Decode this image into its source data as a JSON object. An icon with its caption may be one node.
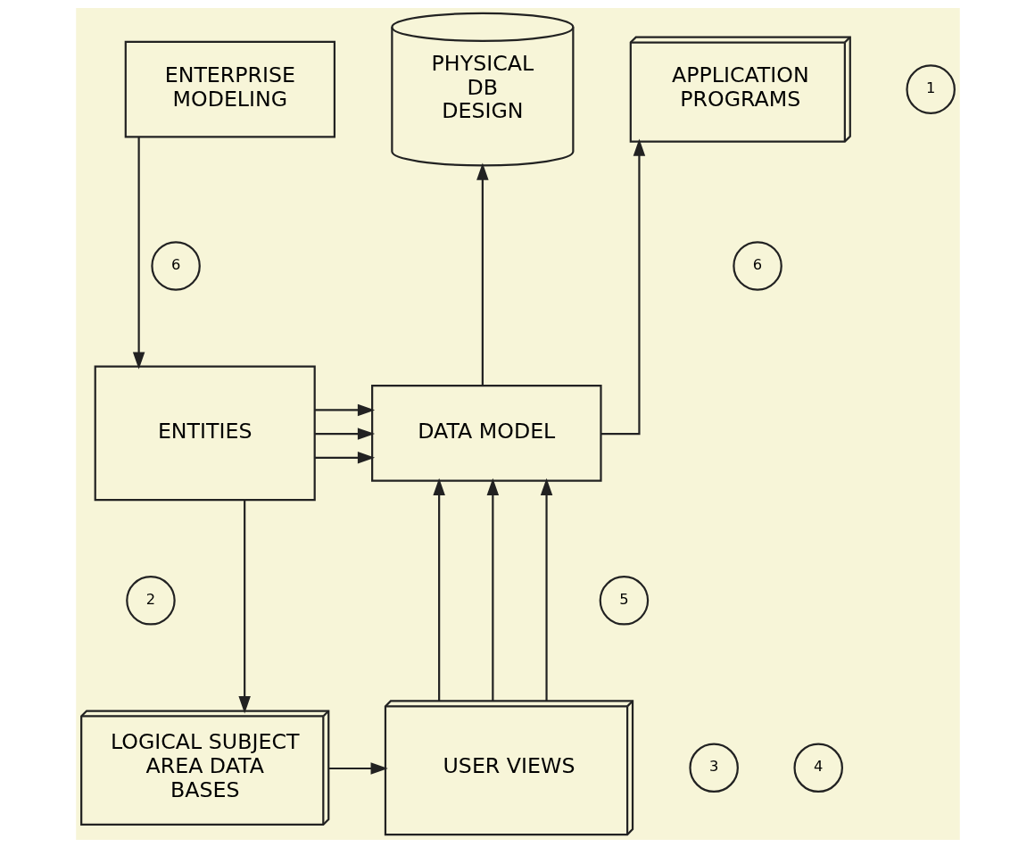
{
  "diagram": {
    "nodes": [
      {
        "text": [
          "ENTERPRISE MODELING"
        ]
      },
      {
        "text": [
          "1"
        ]
      },
      {
        "text": [
          "PHYSICAL DB DESIGN"
        ]
      },
      {
        "text": [
          "APPLICATION PROGRAMS"
        ]
      },
      {
        "text": [
          "6"
        ]
      },
      {
        "text": [
          "6"
        ]
      },
      {
        "text": [
          "ENTITIES"
        ]
      },
      {
        "text": [
          "DATA MODEL"
        ]
      },
      {
        "text": [
          "5"
        ]
      },
      {
        "text": [
          "2"
        ]
      },
      {
        "text": [
          "LOGICAL SUBJECT AREA DATA BASES"
        ]
      },
      {
        "text": [
          "USER VIEWS"
        ]
      },
      {
        "text": [
          "3"
        ]
      },
      {
        "text": [
          "4"
        ]
      }
    ],
    "edges": [
      {
        "from": 0,
        "to": 6,
        "arrow": "to"
      },
      {
        "from": 6,
        "to": 7,
        "arrow": "to"
      },
      {
        "from": 6,
        "to": 7,
        "arrow": "to"
      },
      {
        "from": 6,
        "to": 7,
        "arrow": "to"
      },
      {
        "from": 6,
        "to": 10,
        "arrow": "to"
      },
      {
        "from": 10,
        "to": 11,
        "arrow": "to"
      },
      {
        "from": 11,
        "to": 7,
        "arrow": "to"
      },
      {
        "from": 11,
        "to": 7,
        "arrow": "to"
      },
      {
        "from": 11,
        "to": 7,
        "arrow": "to"
      },
      {
        "from": 7,
        "to": 2,
        "arrow": "to"
      },
      {
        "from": 7,
        "to": 3,
        "arrow": "to"
      }
    ]
  }
}
